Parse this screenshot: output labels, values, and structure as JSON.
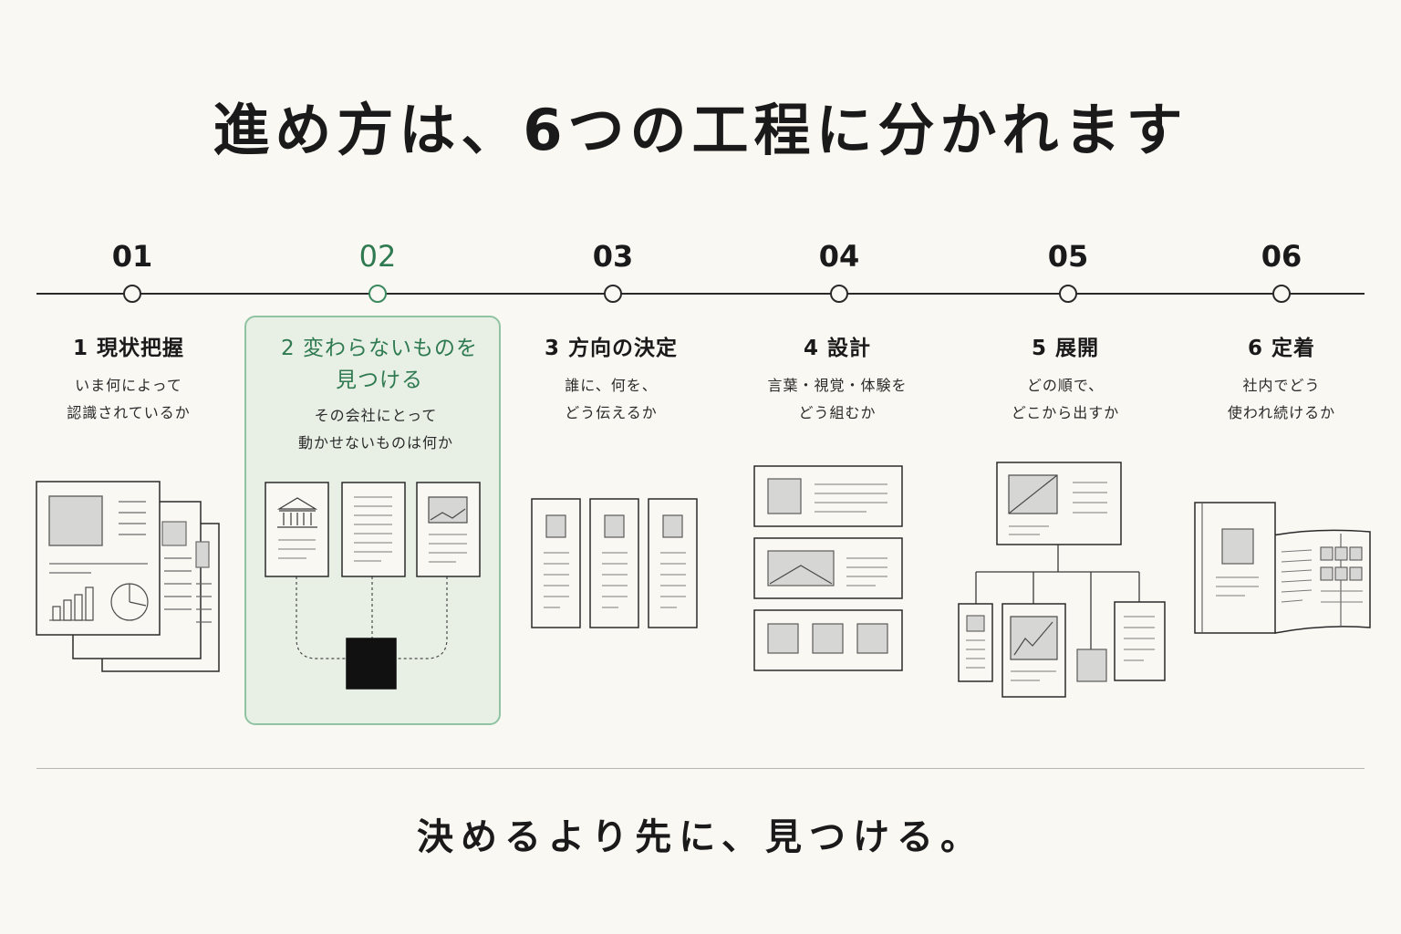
{
  "title": "進め方は、6つの工程に分かれます",
  "steps": [
    {
      "num": "01",
      "title": "1 現状把握",
      "desc": "いま何によって\n認識されているか"
    },
    {
      "num": "02",
      "title": "2 変わらないものを\n見つける",
      "desc": "その会社にとって\n動かせないものは何か",
      "highlighted": true
    },
    {
      "num": "03",
      "title": "3 方向の決定",
      "desc": "誰に、何を、\nどう伝えるか"
    },
    {
      "num": "04",
      "title": "4 設計",
      "desc": "言葉・視覚・体験を\nどう組むか"
    },
    {
      "num": "05",
      "title": "5 展開",
      "desc": "どの順で、\nどこから出すか"
    },
    {
      "num": "06",
      "title": "6 定着",
      "desc": "社内でどう\n使われ続けるか"
    }
  ],
  "tagline": "決めるより先に、見つける。",
  "colors": {
    "accent": "#2f7a50",
    "highlight_bg": "#e8f0e6",
    "highlight_border": "#8fc3a2",
    "background": "#faf8f3"
  }
}
